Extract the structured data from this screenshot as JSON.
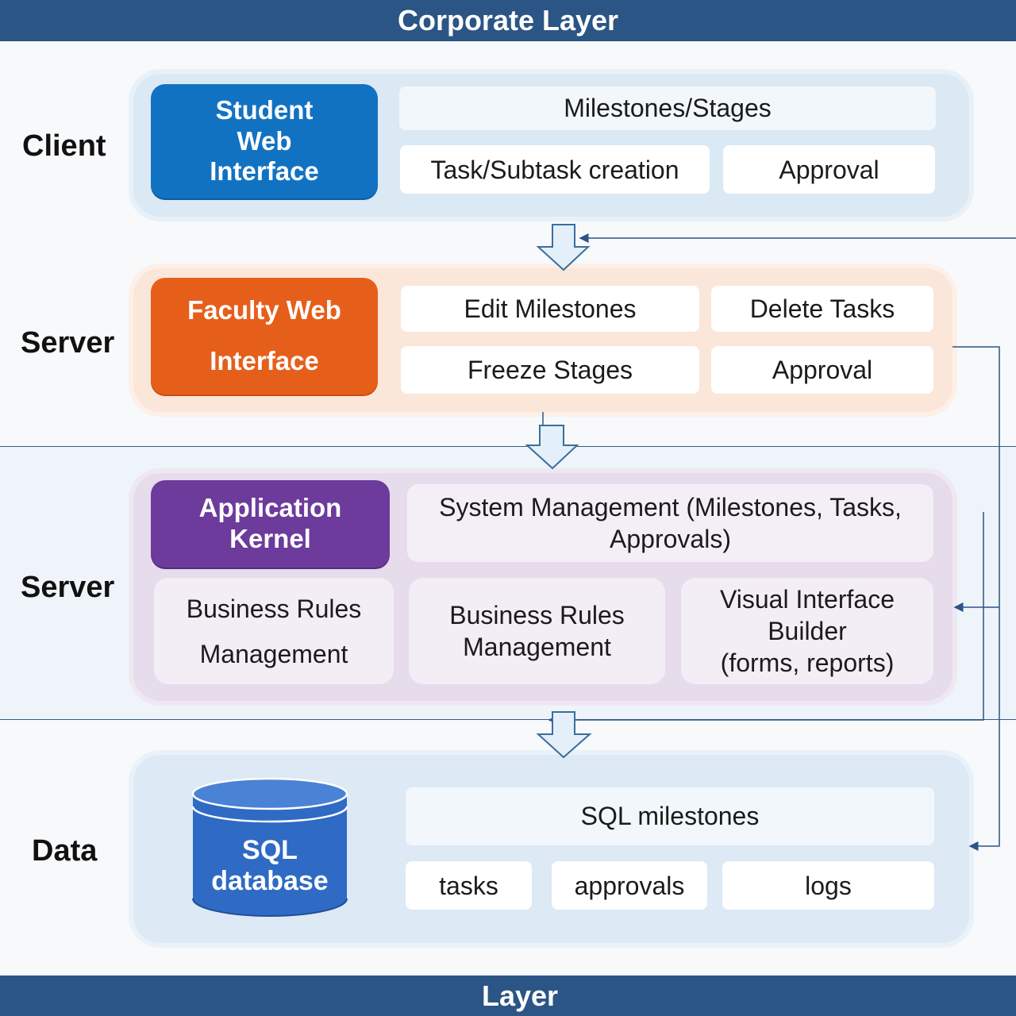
{
  "header": {
    "title": "Corporate Layer"
  },
  "footer": {
    "title": "Layer"
  },
  "tiers": {
    "client": {
      "label": "Client",
      "head": [
        "Student",
        "Web",
        "Interface"
      ],
      "items": {
        "milestones": "Milestones/Stages",
        "task_creation": "Task/Subtask creation",
        "approval": "Approval"
      }
    },
    "server_web": {
      "label": "Server",
      "head": [
        "Faculty Web",
        "Interface"
      ],
      "items": {
        "edit_milestones": "Edit Milestones",
        "delete_tasks": "Delete Tasks",
        "freeze_stages": "Freeze Stages",
        "approval": "Approval"
      }
    },
    "server_kernel": {
      "label": "Server",
      "head": [
        "Application",
        "Kernel"
      ],
      "system_management": [
        "System Management (Milestones, Tasks,",
        "Approvals)"
      ],
      "business_rules_1": [
        "Business Rules",
        "Management"
      ],
      "business_rules_2": [
        "Business Rules",
        "Management"
      ],
      "visual_builder": [
        "Visual Interface",
        "Builder",
        "(forms, reports)"
      ]
    },
    "data": {
      "label": "Data",
      "db": [
        "SQL",
        "database"
      ],
      "items": {
        "sql_milestones": "SQL milestones",
        "tasks": "tasks",
        "approvals": "approvals",
        "logs": "logs"
      }
    }
  },
  "colors": {
    "banner": "#2b5585",
    "student_head": "#1272c2",
    "faculty_head": "#e65f1a",
    "kernel_head": "#6c3b9c",
    "database": "#2f6ac4"
  }
}
